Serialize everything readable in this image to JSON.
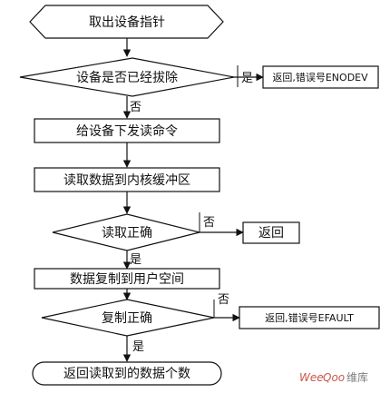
{
  "flowchart": {
    "start": "取出设备指针",
    "check_removed": "设备是否已经拔除",
    "removed_yes_label": "是",
    "removed_result": "返回,错误号ENODEV",
    "removed_no_label": "否",
    "issue_read": "给设备下发读命令",
    "read_to_buffer": "读取数据到内核缓冲区",
    "check_read": "读取正确",
    "read_no_label": "否",
    "read_fail_result": "返回",
    "read_yes_label": "是",
    "copy_user": "数据复制到用户空间",
    "check_copy": "复制正确",
    "copy_no_label": "否",
    "copy_fail_result": "返回,错误号EFAULT",
    "copy_yes_label": "是",
    "end": "返回读取到的数据个数"
  },
  "watermark": {
    "brand_a": "Wee",
    "brand_b": "Qoo",
    "brand_c": "维库",
    "color_a": "#c0392b",
    "color_b": "#666666"
  }
}
